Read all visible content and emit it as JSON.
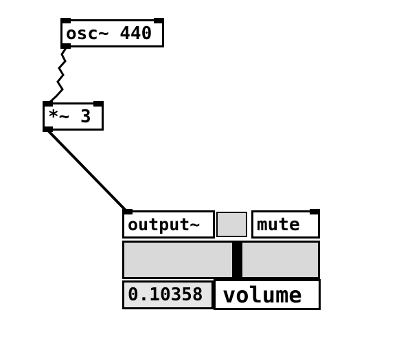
{
  "patch": {
    "boxes": {
      "osc": {
        "label": "osc~ 440"
      },
      "multiply": {
        "label": "*~ 3"
      },
      "output": {
        "label": "output~"
      },
      "mute": {
        "label": "mute"
      },
      "volume_number": {
        "value": "0.10358"
      },
      "volume_label": {
        "label": "volume"
      }
    },
    "colors": {
      "background": "#ffffff",
      "border": "#000000",
      "box_fill": "#ffffff",
      "gray_fill": "#d9d9d9",
      "number_fill": "#e6e6e6",
      "cord": "#000000"
    }
  }
}
